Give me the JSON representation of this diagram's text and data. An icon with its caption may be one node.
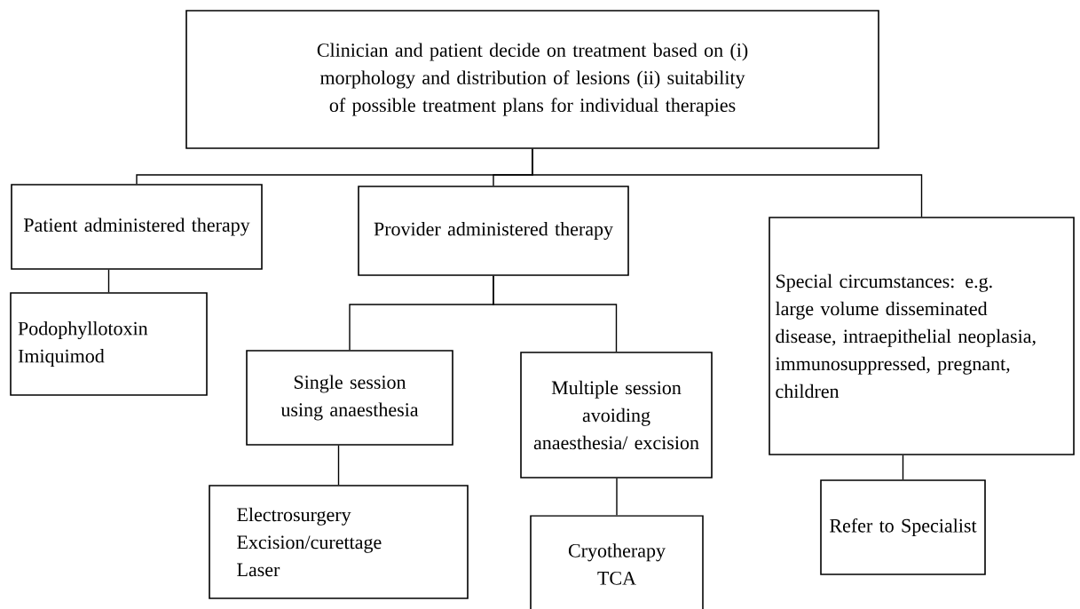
{
  "diagram": {
    "nodes": [
      {
        "text": [
          "Clinician and patient decide on treatment based on (i) morphology and distribution of lesions (ii) suitability of possible treatment plans for individual therapies"
        ]
      },
      {
        "text": [
          "Patient administered therapy"
        ]
      },
      {
        "text": [
          "Podophyllotoxin",
          "Imiquimod"
        ]
      },
      {
        "text": [
          "Provider administered therapy"
        ]
      },
      {
        "text": [
          "Special circumstances: e.g. large volume disseminated disease, intraepithelial neoplasia, immunosuppressed, pregnant, children"
        ]
      },
      {
        "text": [
          "Single session using anaesthesia"
        ]
      },
      {
        "text": [
          "Multiple session avoiding anaesthesia/ excision"
        ]
      },
      {
        "text": [
          "Electrosurgery",
          "Excision/curettage",
          "Laser"
        ]
      },
      {
        "text": [
          "Cryotherapy",
          "TCA"
        ]
      },
      {
        "text": [
          "Refer to Specialist"
        ]
      }
    ],
    "edges": [
      {
        "from": 0,
        "to": 1,
        "arrow": "none"
      },
      {
        "from": 0,
        "to": 3,
        "arrow": "none"
      },
      {
        "from": 0,
        "to": 4,
        "arrow": "none"
      },
      {
        "from": 1,
        "to": 2,
        "arrow": "none"
      },
      {
        "from": 3,
        "to": 5,
        "arrow": "none"
      },
      {
        "from": 3,
        "to": 6,
        "arrow": "none"
      },
      {
        "from": 5,
        "to": 7,
        "arrow": "none"
      },
      {
        "from": 6,
        "to": 8,
        "arrow": "none"
      },
      {
        "from": 4,
        "to": 9,
        "arrow": "none"
      }
    ]
  }
}
